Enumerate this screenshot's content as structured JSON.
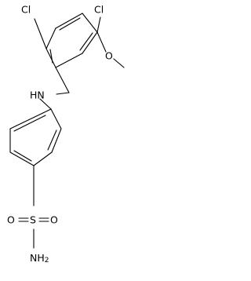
{
  "molecule": {
    "atom_labels": {
      "cl_left": "Cl",
      "cl_right": "Cl",
      "methoxy_o": "O",
      "amine_n": "HN",
      "sulfur": "S",
      "sulfonyl_o_left": "O",
      "sulfonyl_o_right": "O",
      "sulfonamide_n": "NH",
      "sulfonamide_n_sub": "2"
    }
  }
}
